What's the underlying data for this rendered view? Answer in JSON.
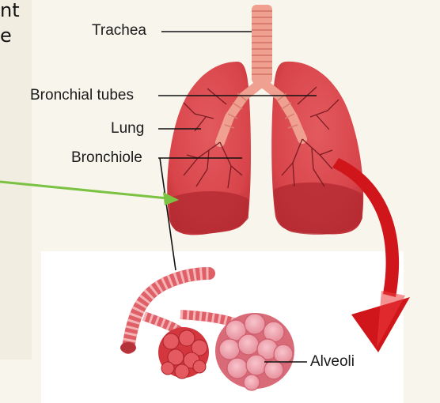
{
  "cut_text": [
    "nt",
    "e"
  ],
  "labels": {
    "trachea": "Trachea",
    "bronchial_tubes": "Bronchial tubes",
    "lung": "Lung",
    "bronchiole": "Bronchiole",
    "alveoli": "Alveoli"
  },
  "colors": {
    "lung_red": "#d8454b",
    "lung_dark": "#a8242c",
    "trachea_pink": "#efa090",
    "arrow_red": "#d0161b",
    "arrow_green": "#7cc242",
    "alveoli_pink": "#f0a9b4",
    "alveoli_red": "#d3363c"
  }
}
